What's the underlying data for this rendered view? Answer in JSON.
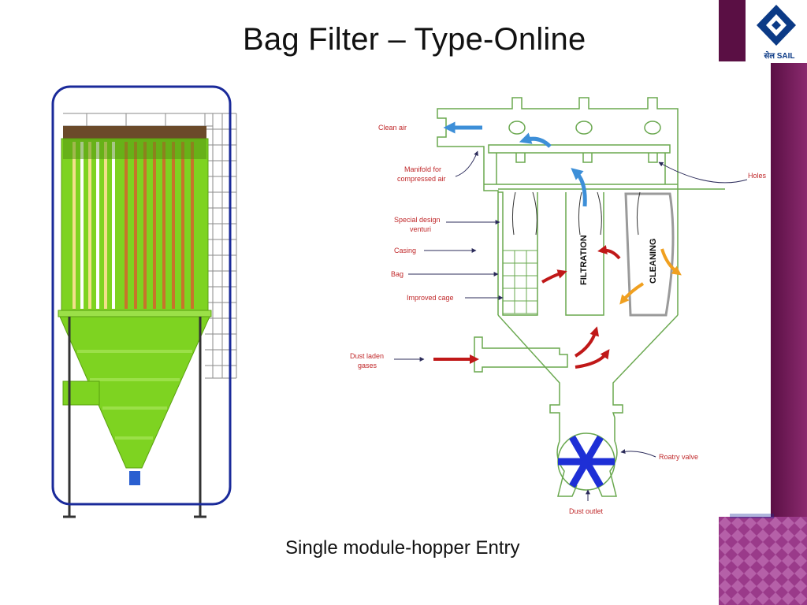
{
  "slide": {
    "title": "Bag Filter – Type-Online",
    "caption": "Single module-hopper Entry"
  },
  "logo": {
    "text": "सेल SAIL"
  },
  "diagram": {
    "labels": {
      "clean_air": "Clean air",
      "manifold_line1": "Manifold for",
      "manifold_line2": "compressed air",
      "holes": "Holes",
      "venturi_line1": "Special design",
      "venturi_line2": "venturi",
      "casing": "Casing",
      "bag": "Bag",
      "cage": "Improved cage",
      "dust_line1": "Dust laden",
      "dust_line2": "gases",
      "valve": "Roatry valve",
      "outlet": "Dust outlet",
      "filtration": "FILTRATION",
      "cleaning": "CLEANING"
    }
  },
  "colors": {
    "outline_green": "#6aa84f",
    "body_green": "#7ed321",
    "frame_blue": "#1a2a9a",
    "arrow_blue": "#3d8fd8",
    "arrow_red": "#c01818",
    "arrow_orange": "#f0a020",
    "rotor_blue": "#1e2fd6",
    "deco_purple": "#7a1a5a"
  }
}
